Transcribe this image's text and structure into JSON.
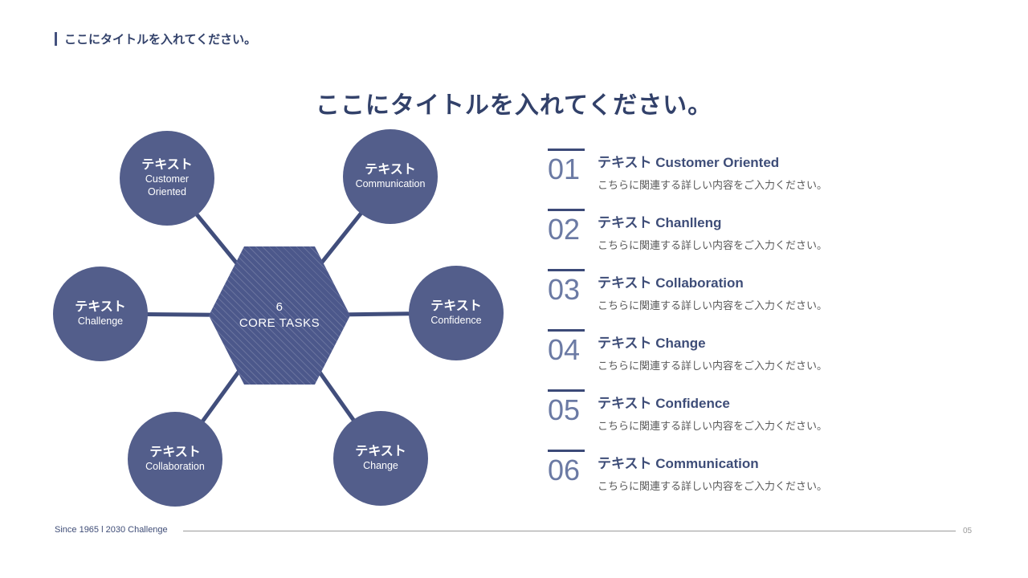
{
  "colors": {
    "primary_navy": "#33426b",
    "circle_fill": "#535e8b",
    "hexagon_fill": "#4c588b",
    "number_blue": "#6b7aa4",
    "description_gray": "#595959",
    "footer_line_gray": "#9a9a9a"
  },
  "header": {
    "title": "ここにタイトルを入れてください。"
  },
  "main_title": "ここにタイトルを入れてください。",
  "diagram": {
    "center": {
      "line1": "6",
      "line2": "CORE TASKS"
    },
    "nodes": [
      {
        "bold": "テキスト",
        "line1": "Customer",
        "line2": "Oriented"
      },
      {
        "bold": "テキスト",
        "line1": "Communication"
      },
      {
        "bold": "テキスト",
        "line1": "Challenge"
      },
      {
        "bold": "テキスト",
        "line1": "Confidence"
      },
      {
        "bold": "テキスト",
        "line1": "Collaboration"
      },
      {
        "bold": "テキスト",
        "line1": "Change"
      }
    ]
  },
  "list": {
    "items": [
      {
        "number": "01",
        "title": "テキスト Customer Oriented",
        "description": "こちらに関連する詳しい内容をご入力ください。"
      },
      {
        "number": "02",
        "title": "テキスト Chanlleng",
        "description": "こちらに関連する詳しい内容をご入力ください。"
      },
      {
        "number": "03",
        "title": "テキスト Collaboration",
        "description": "こちらに関連する詳しい内容をご入力ください。"
      },
      {
        "number": "04",
        "title": "テキスト Change",
        "description": "こちらに関連する詳しい内容をご入力ください。"
      },
      {
        "number": "05",
        "title": "テキスト Confidence",
        "description": "こちらに関連する詳しい内容をご入力ください。"
      },
      {
        "number": "06",
        "title": "テキスト Communication",
        "description": "こちらに関連する詳しい内容をご入力ください。"
      }
    ]
  },
  "footer": {
    "left": "Since 1965 l  2030 Challenge",
    "page": "05"
  }
}
